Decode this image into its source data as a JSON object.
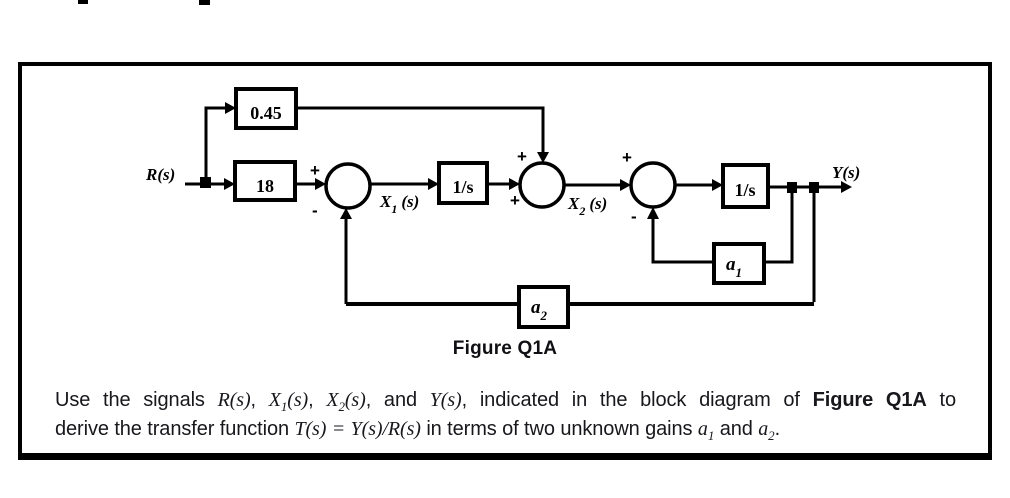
{
  "diagram": {
    "blocks": {
      "gain_top": "0.45",
      "gain_in": "18",
      "integrator1": "1/s",
      "integrator2": "1/s"
    },
    "gain_a1": {
      "base": "a",
      "sub": "1"
    },
    "gain_a2": {
      "base": "a",
      "sub": "2"
    },
    "signals": {
      "input": "R(s)",
      "output": "Y(s)",
      "x1": {
        "base": "X",
        "sub": "1",
        "rest": "(s)"
      },
      "x2": {
        "base": "X",
        "sub": "2",
        "rest": "(s)"
      }
    },
    "signs": {
      "plus": "+",
      "minus": "-"
    }
  },
  "caption": "Figure Q1A",
  "paragraph": {
    "l1": {
      "s1": "Use the signals",
      "m1": "R(s)",
      "c1": ",",
      "x": "X",
      "one": "1",
      "two": "2",
      "ps": "(s)",
      "s2": "and",
      "m4": "Y(s)",
      "s3": "indicated in the block diagram of",
      "bold": "Figure Q1A",
      "s4": "to"
    },
    "l2": {
      "s1": "derive the transfer function",
      "m1": "T(s)",
      "eq": "=",
      "m2": "Y(s)/R(s)",
      "s2": "in terms of two unknown gains",
      "a": "a",
      "one": "1",
      "two": "2",
      "s3": "and",
      "dot": "."
    }
  }
}
